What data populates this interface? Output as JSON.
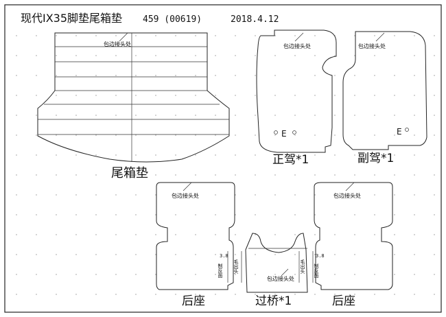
{
  "header": {
    "title": "现代IX35脚垫尾箱垫",
    "code": "459 (00619)",
    "date": "2018.4.12"
  },
  "pieces": {
    "trunk": {
      "label": "尾箱垫",
      "note": "包边接头处"
    },
    "driver": {
      "label": "正驾*1",
      "note": "包边接头处",
      "mark": "E"
    },
    "passenger": {
      "label": "副驾*1",
      "note": "包边接头处",
      "mark": "E"
    },
    "rear_left": {
      "label": "后座",
      "note": "包边接头处"
    },
    "tunnel": {
      "label": "过桥*1",
      "note": "包边接头处"
    },
    "rear_right": {
      "label": "后座",
      "note": "包边接头处"
    }
  },
  "annotations": {
    "left_size": "3.8",
    "left_text": "制反面",
    "mid_left_text": "毛出头",
    "mid_right_text": "毛出头",
    "right_size": "3.8",
    "right_text": "制反面"
  }
}
